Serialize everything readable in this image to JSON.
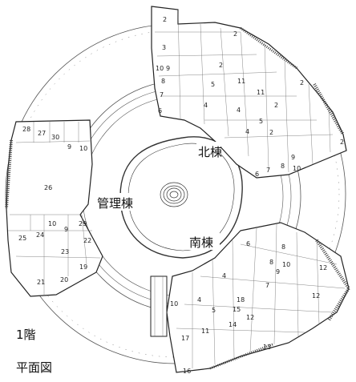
{
  "labels": {
    "floor": "1階",
    "plan": "平面図",
    "north_wing": "北棟",
    "admin_wing": "管理棟",
    "south_wing": "南棟"
  },
  "room_numbers": {
    "north_top": [
      "2",
      "3",
      "10",
      "9",
      "8",
      "7",
      "6",
      "2",
      "2",
      "5",
      "11",
      "11",
      "2",
      "2",
      "4",
      "4",
      "5",
      "4",
      "2",
      "9",
      "8",
      "6",
      "7",
      "10",
      "2"
    ],
    "west": [
      "28",
      "27",
      "30",
      "9",
      "10",
      "26",
      "10",
      "29",
      "9",
      "25",
      "24",
      "22",
      "23",
      "21",
      "20",
      "19"
    ],
    "south": [
      "6",
      "8",
      "8",
      "9",
      "10",
      "12",
      "12",
      "4",
      "7",
      "18",
      "4",
      "5",
      "11",
      "14",
      "15",
      "12",
      "17",
      "10",
      "13",
      "16"
    ]
  }
}
